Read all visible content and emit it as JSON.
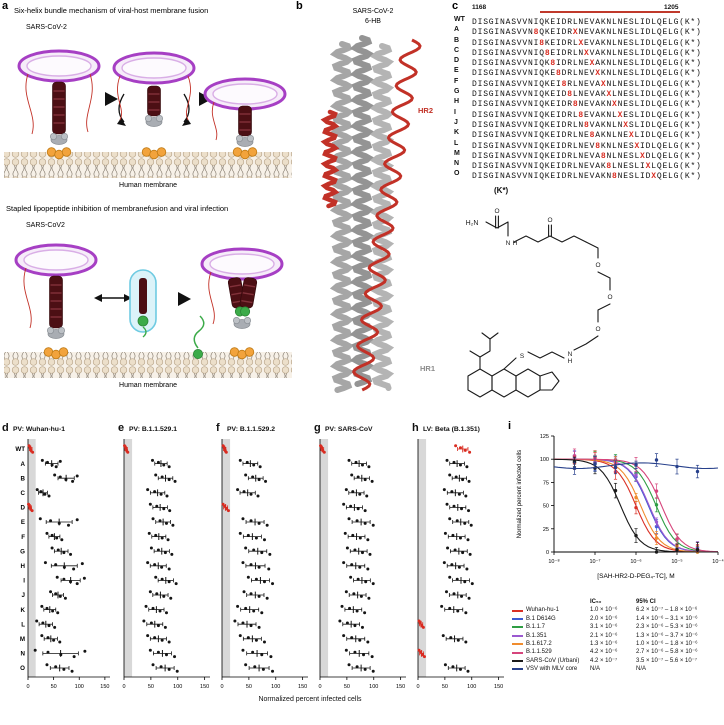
{
  "colors": {
    "red": "#d92b20",
    "band": "#d8d8d8",
    "dot": "#141414"
  },
  "letters": {
    "a": "a",
    "b": "b",
    "c": "c",
    "d": "d",
    "e": "e",
    "f": "f",
    "g": "g",
    "h": "h",
    "i": "i"
  },
  "panel_a": {
    "title_top": "Six-helix bundle mechanism of viral-host membrane fusion",
    "virus_label_top": "SARS-CoV-2",
    "membrane_label_top": "Human membrane",
    "title_bottom": "Stapled lipopeptide inhibition of membranefusion and viral infection",
    "virus_label_bottom": "SARS-CoV2",
    "membrane_label_bottom": "Human membrane"
  },
  "panel_b": {
    "title_line1": "SARS-CoV-2",
    "title_line2": "6-HB",
    "hr2_label": "HR2",
    "hr1_label": "HR1"
  },
  "panel_c": {
    "residue_start": "1168",
    "residue_end": "1205",
    "kstar_label": "(K*)",
    "structure": {
      "h2n": "H₂N",
      "o": "O",
      "s": "S",
      "n": "N",
      "h": "H"
    },
    "rows": [
      {
        "label": "WT",
        "seq": "DISGINASVVNIQKEIDRLNEVAKNLNESLIDLQELG(K*)"
      },
      {
        "label": "A",
        "seq": "DISGINASVVN[8]QKEIDR[X]NEVAKNLNESLIDLQELG(K*)"
      },
      {
        "label": "B",
        "seq": "DISGINASVVNI[8]KEIDRL[X]EVAKNLNESLIDLQELG(K*)"
      },
      {
        "label": "C",
        "seq": "DISGINASVVNIQ[8]EIDRLN[X]VAKNLNESLIDLQELG(K*)"
      },
      {
        "label": "D",
        "seq": "DISGINASVVNIQK[8]IDRLNE[X]AKNLNESLIDLQELG(K*)"
      },
      {
        "label": "E",
        "seq": "DISGINASVVNIQKE[8]DRLNEV[X]KNLNESLIDLQELG(K*)"
      },
      {
        "label": "F",
        "seq": "DISGINASVVNIQKEI[8]RLNEVA[X]NLNESLIDLQELG(K*)"
      },
      {
        "label": "G",
        "seq": "DISGINASVVNIQKEID[8]LNEVAK[X]LNESLIDLQELG(K*)"
      },
      {
        "label": "H",
        "seq": "DISGINASVVNIQKEIDR[8]NEVAKN[X]NESLIDLQELG(K*)"
      },
      {
        "label": "I",
        "seq": "DISGINASVVNIQKEIDRL[8]EVAKNL[X]ESLIDLQELG(K*)"
      },
      {
        "label": "J",
        "seq": "DISGINASVVNIQKEIDRLN[8]VAKNLN[X]SLIDLQELG(K*)"
      },
      {
        "label": "K",
        "seq": "DISGINASVVNIQKEIDRLNE[8]AKNLNE[X]LIDLQELG(K*)"
      },
      {
        "label": "L",
        "seq": "DISGINASVVNIQKEIDRLNEV[8]KNLNES[X]IDLQELG(K*)"
      },
      {
        "label": "M",
        "seq": "DISGINASVVNIQKEIDRLNEVA[8]NLNESL[X]DLQELG(K*)"
      },
      {
        "label": "N",
        "seq": "DISGINASVVNIQKEIDRLNEVAK[8]LNESLI[X]LQELG(K*)"
      },
      {
        "label": "O",
        "seq": "DISGINASVVNIQKEIDRLNEVAKN[8]NESLID[X]QELG(K*)"
      }
    ]
  },
  "bottom_xlabel": "Normalized percent infected cells",
  "chart_data": [
    {
      "type": "scatter",
      "id": "d",
      "title": "PV: Wuhan-hu-1",
      "xlim": [
        0,
        150
      ],
      "xticks": [
        0,
        50,
        100,
        150
      ],
      "band": [
        0,
        15
      ],
      "rows": [
        {
          "label": "WT",
          "red": true,
          "values": [
            2,
            4,
            6,
            9
          ]
        },
        {
          "label": "A",
          "red": false,
          "values": [
            28,
            38,
            47,
            55,
            63
          ]
        },
        {
          "label": "B",
          "red": false,
          "values": [
            52,
            63,
            74,
            87,
            96
          ]
        },
        {
          "label": "C",
          "red": false,
          "values": [
            18,
            25,
            33,
            41
          ]
        },
        {
          "label": "D",
          "red": true,
          "values": [
            1,
            3,
            5,
            8
          ]
        },
        {
          "label": "E",
          "red": false,
          "values": [
            24,
            44,
            61,
            79,
            96
          ]
        },
        {
          "label": "F",
          "red": false,
          "values": [
            37,
            47,
            56,
            66
          ]
        },
        {
          "label": "G",
          "red": false,
          "values": [
            47,
            59,
            70,
            83
          ]
        },
        {
          "label": "H",
          "red": false,
          "values": [
            34,
            54,
            71,
            89,
            106
          ]
        },
        {
          "label": "I",
          "red": false,
          "values": [
            57,
            70,
            83,
            96,
            110
          ]
        },
        {
          "label": "J",
          "red": false,
          "values": [
            44,
            54,
            63,
            73
          ]
        },
        {
          "label": "K",
          "red": false,
          "values": [
            27,
            37,
            48,
            58
          ]
        },
        {
          "label": "L",
          "red": false,
          "values": [
            17,
            29,
            41,
            52
          ]
        },
        {
          "label": "M",
          "red": false,
          "values": [
            27,
            39,
            50,
            62
          ]
        },
        {
          "label": "N",
          "red": false,
          "values": [
            14,
            39,
            64,
            90,
            111
          ]
        },
        {
          "label": "O",
          "red": false,
          "values": [
            37,
            54,
            70,
            86
          ]
        }
      ]
    },
    {
      "type": "scatter",
      "id": "e",
      "title": "PV: B.1.1.529.1",
      "xlim": [
        0,
        150
      ],
      "xticks": [
        0,
        50,
        100,
        150
      ],
      "band": [
        0,
        15
      ],
      "rows": [
        {
          "label": "WT",
          "red": true,
          "values": [
            1,
            3,
            5,
            7
          ]
        },
        {
          "label": "A",
          "red": false,
          "values": [
            53,
            64,
            74,
            84
          ]
        },
        {
          "label": "B",
          "red": false,
          "values": [
            59,
            71,
            84,
            95
          ]
        },
        {
          "label": "C",
          "red": false,
          "values": [
            44,
            57,
            69,
            80
          ]
        },
        {
          "label": "D",
          "red": false,
          "values": [
            49,
            61,
            74,
            85
          ]
        },
        {
          "label": "E",
          "red": false,
          "values": [
            54,
            67,
            79,
            91
          ]
        },
        {
          "label": "F",
          "red": false,
          "values": [
            47,
            59,
            71,
            82
          ]
        },
        {
          "label": "G",
          "red": false,
          "values": [
            51,
            64,
            77,
            89
          ]
        },
        {
          "label": "H",
          "red": false,
          "values": [
            44,
            57,
            70,
            84
          ]
        },
        {
          "label": "I",
          "red": false,
          "values": [
            59,
            71,
            84,
            97
          ]
        },
        {
          "label": "J",
          "red": false,
          "values": [
            49,
            61,
            74,
            87
          ]
        },
        {
          "label": "K",
          "red": false,
          "values": [
            41,
            54,
            67,
            79
          ]
        },
        {
          "label": "L",
          "red": false,
          "values": [
            37,
            51,
            64,
            77
          ]
        },
        {
          "label": "M",
          "red": false,
          "values": [
            44,
            57,
            71,
            84
          ]
        },
        {
          "label": "N",
          "red": false,
          "values": [
            49,
            64,
            79,
            94
          ]
        },
        {
          "label": "O",
          "red": false,
          "values": [
            54,
            69,
            84,
            99
          ]
        }
      ]
    },
    {
      "type": "scatter",
      "id": "f",
      "title": "PV: B.1.1.529.2",
      "xlim": [
        0,
        150
      ],
      "xticks": [
        0,
        50,
        100,
        150
      ],
      "band": [
        0,
        15
      ],
      "rows": [
        {
          "label": "WT",
          "red": true,
          "values": [
            2,
            4,
            6,
            8
          ]
        },
        {
          "label": "A",
          "red": false,
          "values": [
            34,
            47,
            59,
            71
          ]
        },
        {
          "label": "B",
          "red": false,
          "values": [
            44,
            57,
            69,
            81
          ]
        },
        {
          "label": "C",
          "red": false,
          "values": [
            29,
            41,
            54,
            67
          ]
        },
        {
          "label": "D",
          "red": true,
          "values": [
            2,
            5,
            8,
            12
          ]
        },
        {
          "label": "E",
          "red": false,
          "values": [
            39,
            54,
            69,
            84
          ]
        },
        {
          "label": "F",
          "red": false,
          "values": [
            34,
            49,
            64,
            79
          ]
        },
        {
          "label": "G",
          "red": false,
          "values": [
            44,
            59,
            74,
            89
          ]
        },
        {
          "label": "H",
          "red": false,
          "values": [
            39,
            54,
            69,
            87
          ]
        },
        {
          "label": "I",
          "red": false,
          "values": [
            49,
            64,
            79,
            94
          ]
        },
        {
          "label": "J",
          "red": false,
          "values": [
            41,
            54,
            69,
            84
          ]
        },
        {
          "label": "K",
          "red": false,
          "values": [
            29,
            44,
            59,
            74
          ]
        },
        {
          "label": "L",
          "red": false,
          "values": [
            24,
            39,
            54,
            69
          ]
        },
        {
          "label": "M",
          "red": false,
          "values": [
            34,
            49,
            64,
            79
          ]
        },
        {
          "label": "N",
          "red": false,
          "values": [
            39,
            57,
            74,
            91
          ]
        },
        {
          "label": "O",
          "red": false,
          "values": [
            44,
            61,
            77,
            94
          ]
        }
      ]
    },
    {
      "type": "scatter",
      "id": "g",
      "title": "PV: SARS-CoV",
      "xlim": [
        0,
        150
      ],
      "xticks": [
        0,
        50,
        100,
        150
      ],
      "band": [
        0,
        15
      ],
      "rows": [
        {
          "label": "WT",
          "red": true,
          "values": [
            1,
            3,
            5,
            8
          ]
        },
        {
          "label": "A",
          "red": false,
          "values": [
            54,
            67,
            79,
            91
          ]
        },
        {
          "label": "B",
          "red": false,
          "values": [
            59,
            71,
            84,
            97
          ]
        },
        {
          "label": "C",
          "red": false,
          "values": [
            49,
            61,
            74,
            87
          ]
        },
        {
          "label": "D",
          "red": false,
          "values": [
            44,
            57,
            71,
            84
          ]
        },
        {
          "label": "E",
          "red": false,
          "values": [
            54,
            69,
            84,
            99
          ]
        },
        {
          "label": "F",
          "red": false,
          "values": [
            47,
            61,
            75,
            89
          ]
        },
        {
          "label": "G",
          "red": false,
          "values": [
            51,
            65,
            79,
            93
          ]
        },
        {
          "label": "H",
          "red": false,
          "values": [
            44,
            59,
            74,
            89
          ]
        },
        {
          "label": "I",
          "red": false,
          "values": [
            57,
            71,
            85,
            99
          ]
        },
        {
          "label": "J",
          "red": false,
          "values": [
            49,
            63,
            77,
            91
          ]
        },
        {
          "label": "K",
          "red": false,
          "values": [
            41,
            55,
            69,
            83
          ]
        },
        {
          "label": "L",
          "red": false,
          "values": [
            37,
            51,
            65,
            79
          ]
        },
        {
          "label": "M",
          "red": false,
          "values": [
            44,
            59,
            74,
            89
          ]
        },
        {
          "label": "N",
          "red": false,
          "values": [
            49,
            65,
            81,
            97
          ]
        },
        {
          "label": "O",
          "red": false,
          "values": [
            54,
            69,
            84,
            99
          ]
        }
      ]
    },
    {
      "type": "scatter",
      "id": "h",
      "title": "LV: Beta (B.1.351)",
      "xlim": [
        0,
        150
      ],
      "xticks": [
        0,
        50,
        100,
        150
      ],
      "band": [
        0,
        15
      ],
      "rows": [
        {
          "label": "WT",
          "red": true,
          "values": [
            70,
            79,
            88,
            96
          ]
        },
        {
          "label": "A",
          "red": false,
          "values": [
            54,
            67,
            79,
            91
          ]
        },
        {
          "label": "B",
          "red": false,
          "values": [
            59,
            71,
            83,
            95
          ]
        },
        {
          "label": "C",
          "red": false,
          "values": [
            49,
            63,
            77,
            89
          ]
        },
        {
          "label": "D",
          "red": false,
          "values": [
            54,
            67,
            81,
            94
          ]
        },
        {
          "label": "E",
          "red": false,
          "values": [
            59,
            73,
            87,
            99
          ]
        },
        {
          "label": "F",
          "red": false,
          "values": [
            51,
            65,
            79,
            93
          ]
        },
        {
          "label": "G",
          "red": false,
          "values": [
            55,
            69,
            83,
            97
          ]
        },
        {
          "label": "H",
          "red": false,
          "values": [
            49,
            63,
            77,
            91
          ]
        },
        {
          "label": "I",
          "red": false,
          "values": [
            59,
            73,
            87,
            101
          ]
        },
        {
          "label": "J",
          "red": false,
          "values": [
            53,
            67,
            81,
            95
          ]
        },
        {
          "label": "K",
          "red": false,
          "values": [
            44,
            59,
            74,
            89
          ]
        },
        {
          "label": "L",
          "red": true,
          "values": [
            2,
            4,
            7,
            10
          ]
        },
        {
          "label": "M",
          "red": false,
          "values": [
            47,
            61,
            75,
            89
          ]
        },
        {
          "label": "N",
          "red": true,
          "values": [
            2,
            5,
            8,
            12
          ]
        },
        {
          "label": "O",
          "red": false,
          "values": [
            51,
            65,
            79,
            93
          ]
        }
      ]
    },
    {
      "type": "line",
      "id": "i",
      "xlabel": "[SAH-HR2-D-PEG₄-TC], M",
      "ylabel": "Normalized percent infected cells",
      "yticks": [
        0,
        25,
        50,
        75,
        100,
        125
      ],
      "xtick_labels": [
        "10⁻⁸",
        "10⁻⁷",
        "10⁻⁶",
        "10⁻⁵",
        "10⁻⁴"
      ],
      "xlog_range": [
        -8,
        -4
      ],
      "legend_headers": {
        "ic50": "IC₅₀",
        "ci": "95% CI"
      },
      "series": [
        {
          "name": "Wuhan-hu-1",
          "color": "#d93025",
          "ic50": 1e-06,
          "ic50_label": "1.0 × 10⁻⁶",
          "ci_label": "6.2 × 10⁻⁷ – 1.8 × 10⁻⁶"
        },
        {
          "name": "B.1 D614G",
          "color": "#3c5bd4",
          "ic50": 2e-06,
          "ic50_label": "2.0 × 10⁻⁶",
          "ci_label": "1.4 × 10⁻⁶ – 3.1 × 10⁻⁶"
        },
        {
          "name": "B.1.1.7",
          "color": "#2f9e44",
          "ic50": 3.1e-06,
          "ic50_label": "3.1 × 10⁻⁶",
          "ci_label": "2.3 × 10⁻⁶ – 5.3 × 10⁻⁶"
        },
        {
          "name": "B.1.351",
          "color": "#9b59d0",
          "ic50": 2.1e-06,
          "ic50_label": "2.1 × 10⁻⁶",
          "ci_label": "1.3 × 10⁻⁶ – 3.7 × 10⁻⁶"
        },
        {
          "name": "B.1.617.2",
          "color": "#f08c2e",
          "ic50": 1.3e-06,
          "ic50_label": "1.3 × 10⁻⁶",
          "ci_label": "1.0 × 10⁻⁶ – 1.8 × 10⁻⁶"
        },
        {
          "name": "B.1.1.529",
          "color": "#d6457c",
          "ic50": 4.2e-06,
          "ic50_label": "4.2 × 10⁻⁶",
          "ci_label": "2.7 × 10⁻⁶ – 5.8 × 10⁻⁶"
        },
        {
          "name": "SARS-CoV (Urbani)",
          "color": "#1a1a1a",
          "ic50": 4.2e-07,
          "ic50_label": "4.2 × 10⁻⁷",
          "ci_label": "3.5 × 10⁻⁷ – 5.6 × 10⁻⁷"
        },
        {
          "name": "VSV with MLV core",
          "color": "#27408b",
          "flat": 93,
          "ic50_label": "N/A",
          "ci_label": "N/A"
        }
      ]
    }
  ]
}
